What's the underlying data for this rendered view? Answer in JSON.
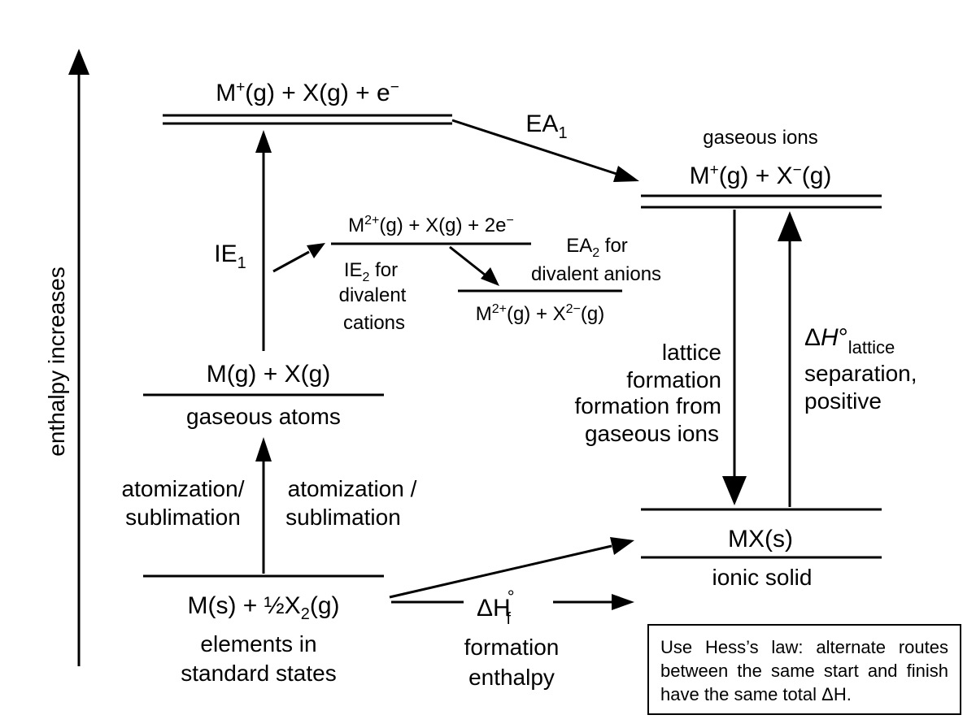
{
  "axis": {
    "label": "enthalpy increases"
  },
  "levels": {
    "ions_top": {
      "formula": [
        "M",
        "+",
        "(g) + X(g) + e",
        "−"
      ]
    },
    "gaseous_ions": {
      "caption": "gaseous ions",
      "formula": [
        "M",
        "+",
        "(g) + X",
        "−",
        "(g)"
      ]
    },
    "divalent_cation": {
      "formula": [
        "M",
        "2+",
        "(g) + X(g) + 2e",
        "−"
      ]
    },
    "divalent_ions": {
      "formula": [
        "M",
        "2+",
        "(g) + X",
        "2−",
        "(g)"
      ]
    },
    "gaseous_atoms": {
      "formula": "M(g) + X(g)",
      "caption": "gaseous atoms"
    },
    "ionic_solid": {
      "formula": "MX(s)",
      "caption": "ionic solid"
    },
    "elements": {
      "formula": [
        "M(s) + ½X",
        "2",
        "(g)"
      ],
      "caption_line1": "elements in",
      "caption_line2": "standard states"
    }
  },
  "labels": {
    "ea1": [
      "EA",
      "1"
    ],
    "ie1": [
      "IE",
      "1"
    ],
    "ie2": {
      "line1": [
        "IE",
        "2",
        " for"
      ],
      "line2": "divalent",
      "line3": "cations"
    },
    "ea2": {
      "line1": [
        "EA",
        "2",
        " for"
      ],
      "line2": "divalent anions"
    },
    "atomization_left": {
      "line1": "atomization/",
      "line2": "sublimation"
    },
    "atomization_right": {
      "line1": "atomization /",
      "line2": "sublimation"
    },
    "lattice_formation": {
      "line1": "lattice",
      "line2": "formation",
      "line3": "formation from",
      "line4": "gaseous ions"
    },
    "lattice_separation": {
      "delta": "Δ",
      "h": "H",
      "degree": "°",
      "sub": "lattice",
      "line2": "separation,",
      "line3": "positive"
    },
    "formation": {
      "delta": "ΔH",
      "degree": "°",
      "sub": "f",
      "line2": "formation",
      "line3": "enthalpy"
    }
  },
  "note": {
    "text": "Use Hess’s law: alternate routes between the same start and finish have the same total ΔH."
  }
}
